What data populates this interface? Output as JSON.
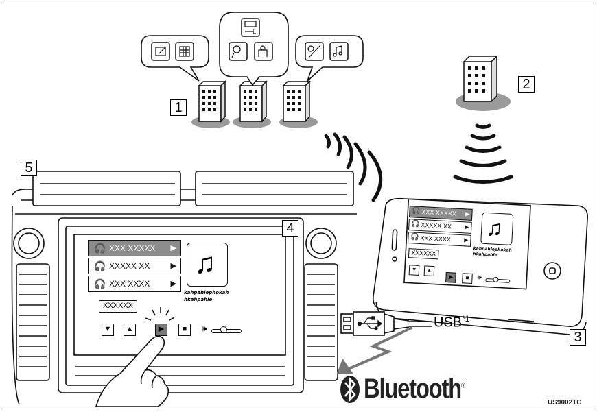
{
  "callouts": [
    "1",
    "2",
    "3",
    "4",
    "5"
  ],
  "head_unit_screen": {
    "tracks": [
      {
        "label": "XXX  XXXXX",
        "selected": true
      },
      {
        "label": "XXXXX  XX",
        "selected": false
      },
      {
        "label": "XXX  XXXX",
        "selected": false
      }
    ],
    "field_value": "XXXXXX",
    "album_text": "kahpahlephokah hkahpahle"
  },
  "phone_screen": {
    "tracks": [
      {
        "label": "XXX  XXXXX",
        "selected": true
      },
      {
        "label": "XXXXX  XX",
        "selected": false
      },
      {
        "label": "XXX  XXXX",
        "selected": false
      }
    ],
    "field_value": "XXXXXX",
    "album_text": "kahpahlephokah hkahpahle"
  },
  "usb_label": "USB",
  "usb_superscript": "*1",
  "bluetooth_label": "Bluetooth",
  "bluetooth_mark": "®",
  "figure_code": "US9002TC",
  "icons": [
    "music-note-icon",
    "headphone-icon",
    "speaker-icon",
    "bluetooth-rune-icon",
    "usb-symbol-icon",
    "building-icon",
    "touch-finger-icon"
  ],
  "colors": {
    "line": "#111111",
    "gray": "#9a9a9a",
    "selected_row": "#8c8c8c"
  }
}
